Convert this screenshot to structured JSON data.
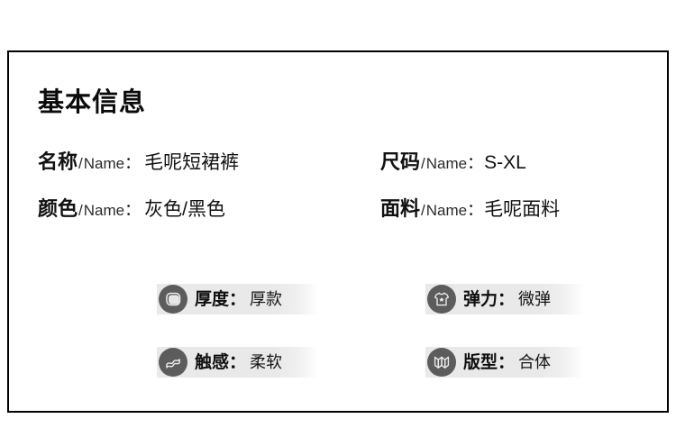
{
  "panel": {
    "title": "基本信息",
    "border_color": "#000000",
    "background": "#ffffff"
  },
  "info": {
    "separator": "/",
    "name_label": "Name",
    "colon": "：",
    "rows": [
      {
        "label": "名称",
        "en": "Name",
        "value": "毛呢短裙裤",
        "column": "left",
        "row": 0
      },
      {
        "label": "颜色",
        "en": "Name",
        "value": "灰色/黑色",
        "column": "left",
        "row": 1
      },
      {
        "label": "尺码",
        "en": "Name",
        "value": "S-XL",
        "column": "right",
        "row": 0
      },
      {
        "label": "面料",
        "en": "Name",
        "value": "毛呢面料",
        "column": "right",
        "row": 1
      }
    ]
  },
  "badges": {
    "icon_circle_color": "#5c5c5c",
    "bar_color": "#e9e9e9",
    "items": [
      {
        "icon": "thickness-layers-icon",
        "label": "厚度",
        "colon": "：",
        "value": "厚款",
        "column": "left",
        "row": 0
      },
      {
        "icon": "fabric-fold-icon",
        "label": "触感",
        "colon": "：",
        "value": "柔软",
        "column": "left",
        "row": 1
      },
      {
        "icon": "tshirt-stretch-icon",
        "label": "弹力",
        "colon": "：",
        "value": "微弹",
        "column": "right",
        "row": 0
      },
      {
        "icon": "folded-map-icon",
        "label": "版型",
        "colon": "：",
        "value": "合体",
        "column": "right",
        "row": 1
      }
    ]
  }
}
